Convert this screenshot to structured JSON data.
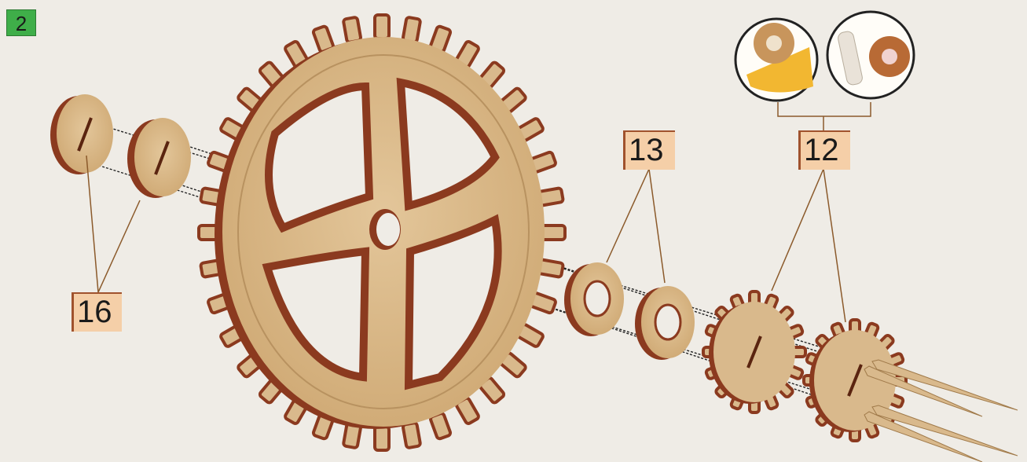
{
  "step": {
    "number": "2"
  },
  "parts": [
    {
      "id": "p16",
      "label": "16",
      "count": 2
    },
    {
      "id": "p13",
      "label": "13",
      "count": 2
    },
    {
      "id": "p12",
      "label": "12",
      "count": 2
    }
  ],
  "colors": {
    "background": "#efece6",
    "wood_face": "#d9b98c",
    "wood_edge": "#8b3a1f",
    "label_bg": "#f5cfa8",
    "label_border": "#a0522d",
    "leader_line": "#8b5a2b",
    "step_badge": "#3fae49"
  },
  "icons": [
    "detail-magnifier-gear-glue",
    "detail-magnifier-gear-dowel"
  ]
}
